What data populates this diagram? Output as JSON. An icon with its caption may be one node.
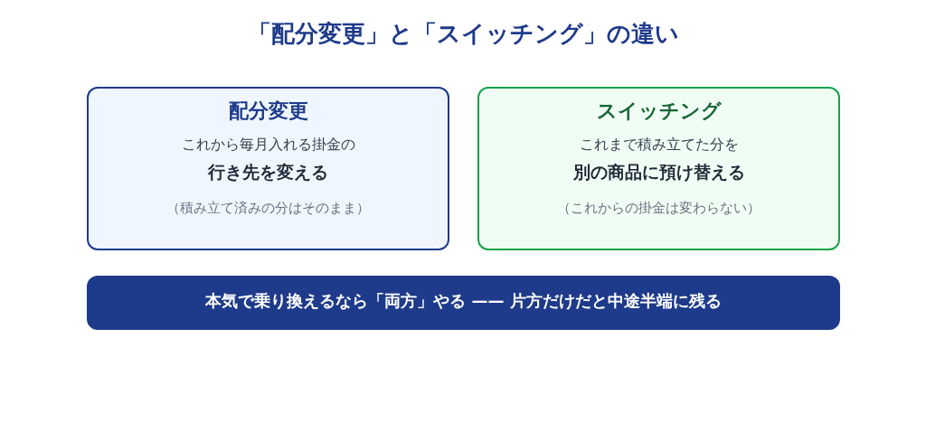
{
  "diagram": {
    "title": "「配分変更」と「スイッチング」の違い",
    "nodes": [
      {
        "text": [
          "配分変更",
          "これから毎月入れる掛金の",
          "行き先を変える",
          "（積み立て済みの分はそのまま）"
        ]
      },
      {
        "text": [
          "スイッチング",
          "これまで積み立てた分を",
          "別の商品に預け替える",
          "（これからの掛金は変わらない）"
        ]
      },
      {
        "text": [
          "本気で乗り換えるなら「両方」やる —— 片方だけだと中途半端に残る"
        ]
      }
    ]
  }
}
